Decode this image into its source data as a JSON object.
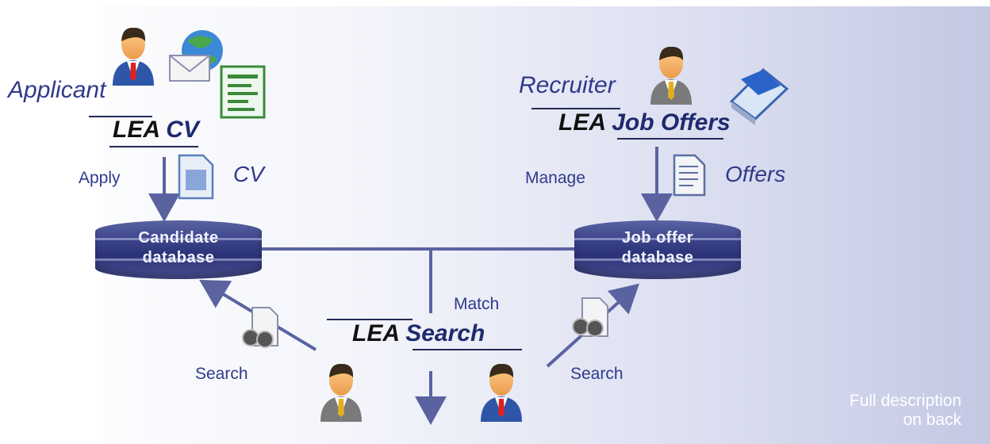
{
  "applicant": {
    "label": "Applicant"
  },
  "recruiter": {
    "label": "Recruiter"
  },
  "tools": {
    "cv": {
      "brand": "LEA",
      "product": "CV"
    },
    "job_offers": {
      "brand": "LEA",
      "product": "Job Offers"
    },
    "search": {
      "brand": "LEA",
      "product": "Search"
    }
  },
  "flows": {
    "apply": "Apply",
    "cv_doc": "CV",
    "manage": "Manage",
    "offers_doc": "Offers",
    "match": "Match",
    "search_left": "Search",
    "search_right": "Search"
  },
  "databases": {
    "candidate": {
      "line1": "Candidate",
      "line2": "database"
    },
    "job_offer": {
      "line1": "Job offer",
      "line2": "database"
    }
  },
  "footer": {
    "line1": "Full description",
    "line2": "on back"
  },
  "icons": [
    "person-icon",
    "globe-mail-icon",
    "form-document-icon",
    "scanner-icon",
    "document-icon",
    "binoculars-document-icon"
  ],
  "colors": {
    "accent": "#2f3a8a",
    "arrow": "#5a63a0",
    "database": "#3a4389"
  }
}
